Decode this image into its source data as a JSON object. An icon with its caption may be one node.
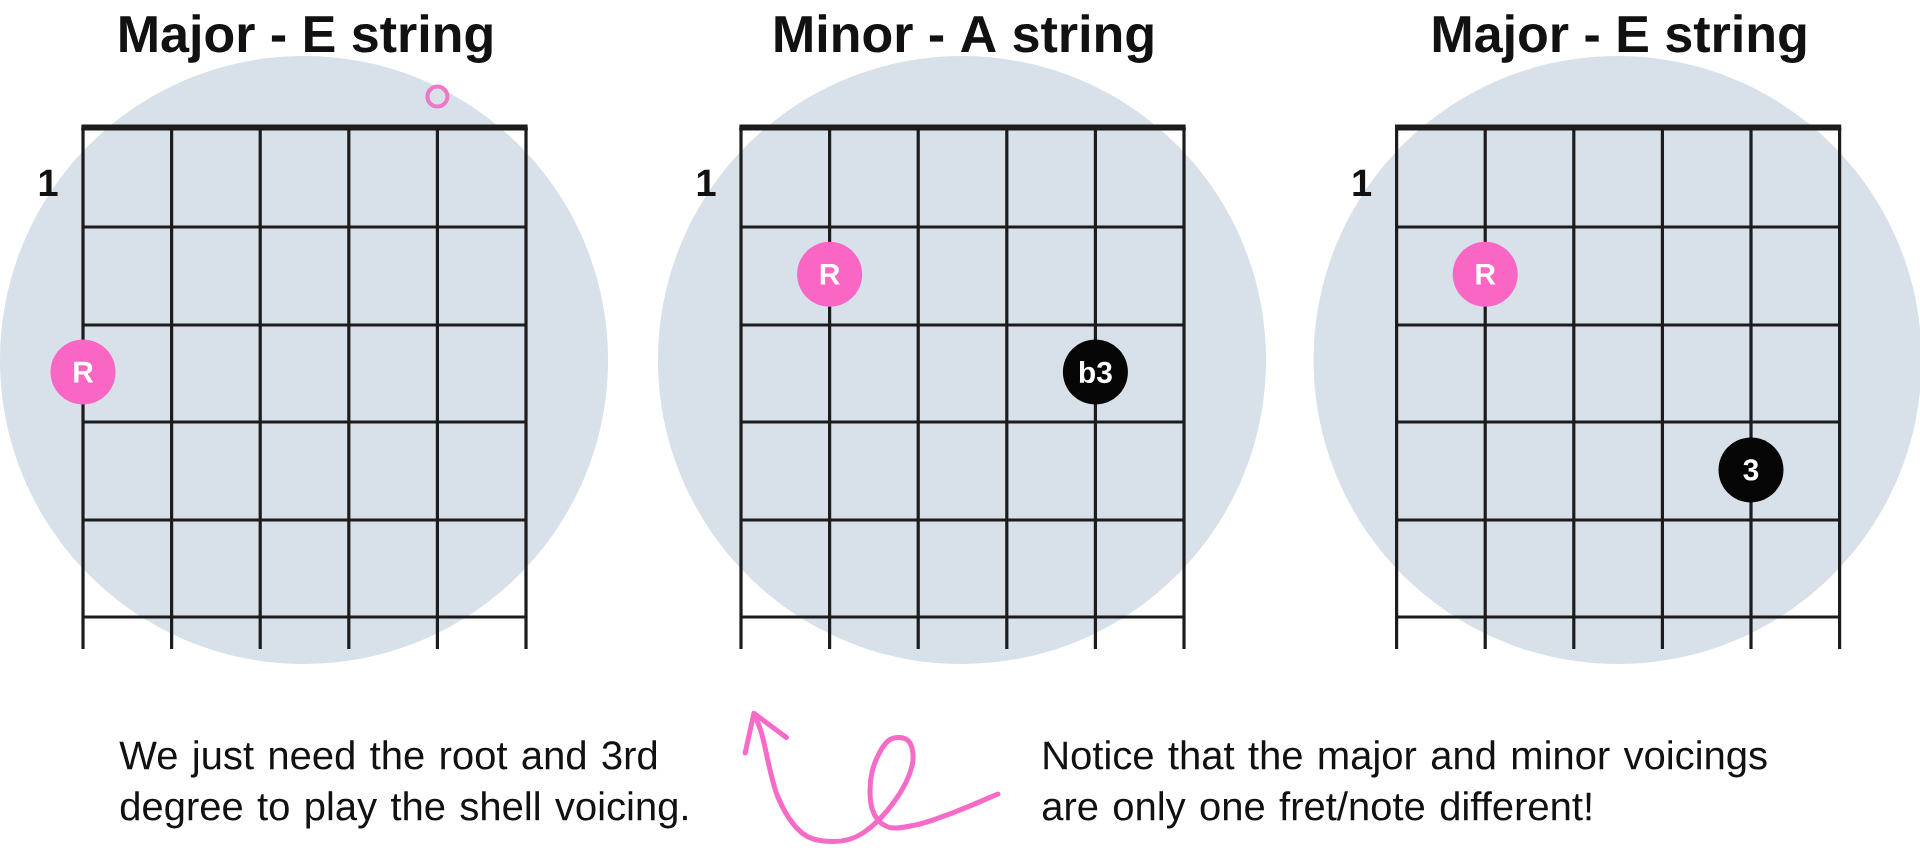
{
  "diagram": {
    "nodes": [
      {
        "text": [
          "Major - E string",
          "1"
        ]
      },
      {
        "text": [],
        "shape": "circle",
        "in": 0
      },
      {
        "text": [
          "R"
        ],
        "in": 0
      },
      {
        "text": [
          "Minor - A string",
          "1"
        ]
      },
      {
        "text": [
          "R"
        ],
        "in": 3
      },
      {
        "text": [
          "b3"
        ],
        "in": 3
      },
      {
        "text": [
          "Major - E string",
          "1"
        ]
      },
      {
        "text": [
          "R"
        ],
        "in": 6
      },
      {
        "text": [
          "3"
        ],
        "in": 6
      },
      {
        "text": [
          "Notice that the major and minor voicings are only one fret/note different!"
        ]
      }
    ],
    "edges": [
      {
        "from": 9,
        "to": 3,
        "arrow": "to"
      }
    ],
    "labels": [
      "We just need the root and 3rd degree to play the shell voicing."
    ]
  }
}
